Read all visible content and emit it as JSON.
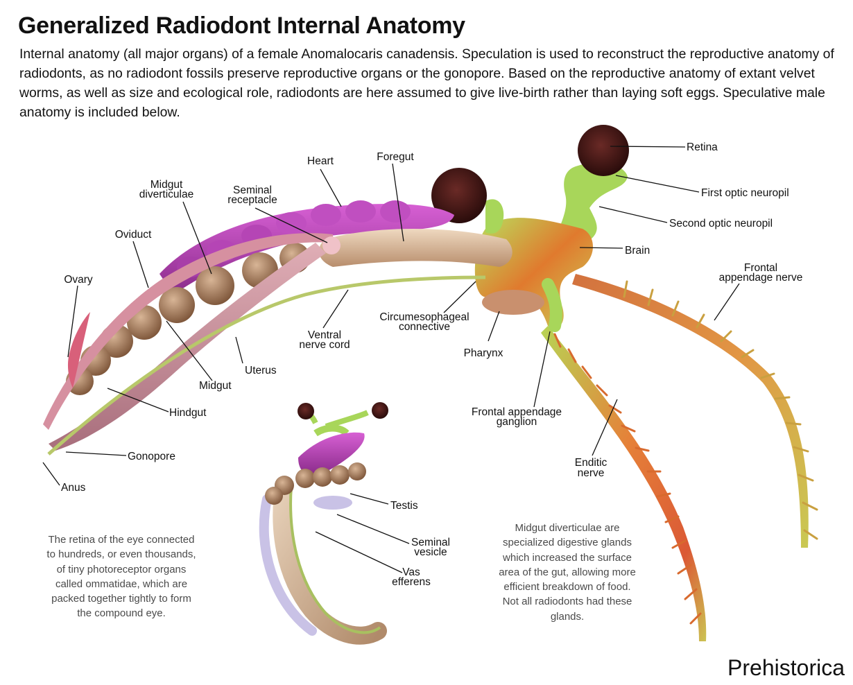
{
  "title": "Generalized Radiodont Internal Anatomy",
  "intro": "Internal anatomy (all major organs) of a female Anomalocaris canadensis. Speculation is used to reconstruct the reproductive anatomy of radiodonts, as no radiodont fossils preserve reproductive organs or the gonopore. Based on the reproductive anatomy of extant velvet worms, as well as size and ecological role, radiodonts are here assumed to give live-birth rather than laying soft eggs. Speculative male anatomy is included below.",
  "labels": {
    "retina": "Retina",
    "first_optic_neuropil": "First optic neuropil",
    "second_optic_neuropil": "Second optic neuropil",
    "brain": "Brain",
    "frontal_appendage_nerve_1": "Frontal",
    "frontal_appendage_nerve_2": "appendage nerve",
    "heart": "Heart",
    "foregut": "Foregut",
    "midgut_diverticulae_1": "Midgut",
    "midgut_diverticulae_2": "diverticulae",
    "seminal_receptacle_1": "Seminal",
    "seminal_receptacle_2": "receptacle",
    "oviduct": "Oviduct",
    "ovary": "Ovary",
    "ventral_nerve_cord_1": "Ventral",
    "ventral_nerve_cord_2": "nerve cord",
    "circumesophageal_1": "Circumesophageal",
    "circumesophageal_2": "connective",
    "pharynx": "Pharynx",
    "uterus": "Uterus",
    "midgut": "Midgut",
    "hindgut": "Hindgut",
    "gonopore": "Gonopore",
    "anus": "Anus",
    "frontal_appendage_ganglion_1": "Frontal appendage",
    "frontal_appendage_ganglion_2": "ganglion",
    "enditic_nerve_1": "Enditic",
    "enditic_nerve_2": "nerve",
    "testis": "Testis",
    "seminal_vesicle_1": "Seminal",
    "seminal_vesicle_2": "vesicle",
    "vas_efferens_1": "Vas",
    "vas_efferens_2": "efferens"
  },
  "notes": {
    "retina_note": "The retina of the eye connected to hundreds, or even thousands, of tiny photoreceptor organs called ommatidae, which are packed together tightly to form the compound eye.",
    "diverticulae_note": "Midgut diverticulae are specialized digestive glands which increased the surface area of the gut, allowing more efficient breakdown of food. Not all radiodonts had these glands."
  },
  "brand": "Prehistorica",
  "colors": {
    "heart": "#b13fb0",
    "midgut": "#a27a5c",
    "foregut": "#d9bd9f",
    "uterus": "#c98e9a",
    "ovary": "#d8607a",
    "nerve_green": "#a8d05a",
    "nerve_orange": "#e06a2a",
    "eye": "#3a1412",
    "male_vessel": "#c9c2e6"
  }
}
